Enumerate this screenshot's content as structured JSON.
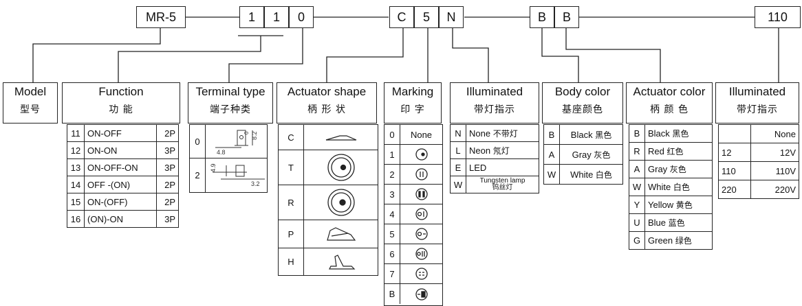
{
  "code": {
    "model": "MR-5",
    "function_digits": [
      "1",
      "1",
      "0"
    ],
    "actuator_digits": [
      "C",
      "5",
      "N"
    ],
    "color_digits": [
      "B",
      "B"
    ],
    "voltage": "110"
  },
  "headers": {
    "model": {
      "en": "Model",
      "cn": "型号"
    },
    "function": {
      "en": "Function",
      "cn": "功 能"
    },
    "terminal": {
      "en": "Terminal type",
      "cn": "端子种类"
    },
    "actuator_shape": {
      "en": "Actuator shape",
      "cn": "柄 形 状"
    },
    "marking": {
      "en": "Marking",
      "cn": "印 字"
    },
    "illuminated1": {
      "en": "Illuminated",
      "cn": "带灯指示"
    },
    "body_color": {
      "en": "Body color",
      "cn": "基座颜色"
    },
    "actuator_color": {
      "en": "Actuator color",
      "cn": "柄 颜 色"
    },
    "illuminated2": {
      "en": "Illuminated",
      "cn": "带灯指示"
    }
  },
  "function_rows": [
    {
      "code": "11",
      "name": "ON-OFF",
      "poles": "2P"
    },
    {
      "code": "12",
      "name": "ON-ON",
      "poles": "3P"
    },
    {
      "code": "13",
      "name": "ON-OFF-ON",
      "poles": "3P"
    },
    {
      "code": "14",
      "name": "OFF -(ON)",
      "poles": "2P"
    },
    {
      "code": "15",
      "name": "ON-(OFF)",
      "poles": "2P"
    },
    {
      "code": "16",
      "name": "(ON)-ON",
      "poles": "3P"
    }
  ],
  "terminal_rows": [
    {
      "code": "0",
      "dim1": "4.8",
      "dim2": "8.2",
      "dim3": "0"
    },
    {
      "code": "2",
      "dim1": "4.9",
      "dim2": "3.2"
    }
  ],
  "shape_rows": [
    {
      "code": "C",
      "icon": "flat-rocker-icon"
    },
    {
      "code": "T",
      "icon": "round-dot-icon"
    },
    {
      "code": "R",
      "icon": "round-dot-icon"
    },
    {
      "code": "P",
      "icon": "paddle-icon"
    },
    {
      "code": "H",
      "icon": "lever-icon"
    }
  ],
  "marking_rows": [
    {
      "code": "0",
      "text": "None"
    },
    {
      "code": "1",
      "icon": "circle-dot-icon"
    },
    {
      "code": "2",
      "icon": "circle-text-icon"
    },
    {
      "code": "3",
      "icon": "circle-bars-icon"
    },
    {
      "code": "4",
      "icon": "circle-o-i-icon"
    },
    {
      "code": "5",
      "icon": "circle-o-dash-icon"
    },
    {
      "code": "6",
      "icon": "circle-oii-icon"
    },
    {
      "code": "7",
      "icon": "circle-hanzi-icon"
    },
    {
      "code": "B",
      "icon": "circle-dash-bars-icon"
    }
  ],
  "illuminated1_rows": [
    {
      "code": "N",
      "en": "None",
      "cn": "不带灯"
    },
    {
      "code": "L",
      "en": "Neon",
      "cn": "氖灯"
    },
    {
      "code": "E",
      "en": "LED",
      "cn": ""
    },
    {
      "code": "W",
      "en": "Tungsten lamp",
      "cn": "钨丝灯"
    }
  ],
  "body_rows": [
    {
      "code": "B",
      "en": "Black",
      "cn": "黑色"
    },
    {
      "code": "A",
      "en": "Gray",
      "cn": "灰色"
    },
    {
      "code": "W",
      "en": "White",
      "cn": "白色"
    }
  ],
  "actuator_color_rows": [
    {
      "code": "B",
      "en": "Black",
      "cn": "黑色"
    },
    {
      "code": "R",
      "en": "Red",
      "cn": "红色"
    },
    {
      "code": "A",
      "en": "Gray",
      "cn": "灰色"
    },
    {
      "code": "W",
      "en": "White",
      "cn": "白色"
    },
    {
      "code": "Y",
      "en": "Yellow",
      "cn": "黄色"
    },
    {
      "code": "U",
      "en": "Blue",
      "cn": "蓝色"
    },
    {
      "code": "G",
      "en": "Green",
      "cn": "绿色"
    }
  ],
  "illuminated2_rows": [
    {
      "code": "",
      "value": "None"
    },
    {
      "code": "12",
      "value": "12V"
    },
    {
      "code": "110",
      "value": "110V"
    },
    {
      "code": "220",
      "value": "220V"
    }
  ]
}
